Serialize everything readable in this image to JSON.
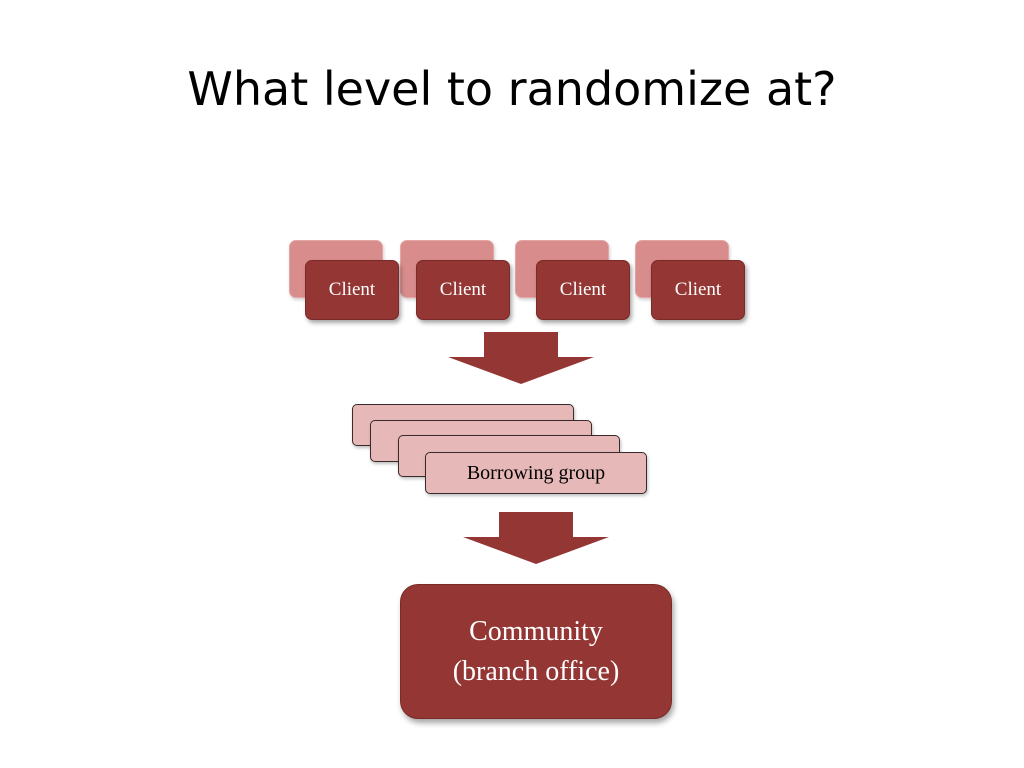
{
  "slide": {
    "title": "What level to randomize at?"
  },
  "diagram": {
    "clients": [
      "Client",
      "Client",
      "Client",
      "Client"
    ],
    "group_label": "Borrowing group",
    "community": {
      "line1": "Community",
      "line2": "(branch office)"
    }
  },
  "colors": {
    "dark_red": "#943634",
    "light_red": "#d98c8c",
    "pale_pink": "#e6b9b8"
  }
}
